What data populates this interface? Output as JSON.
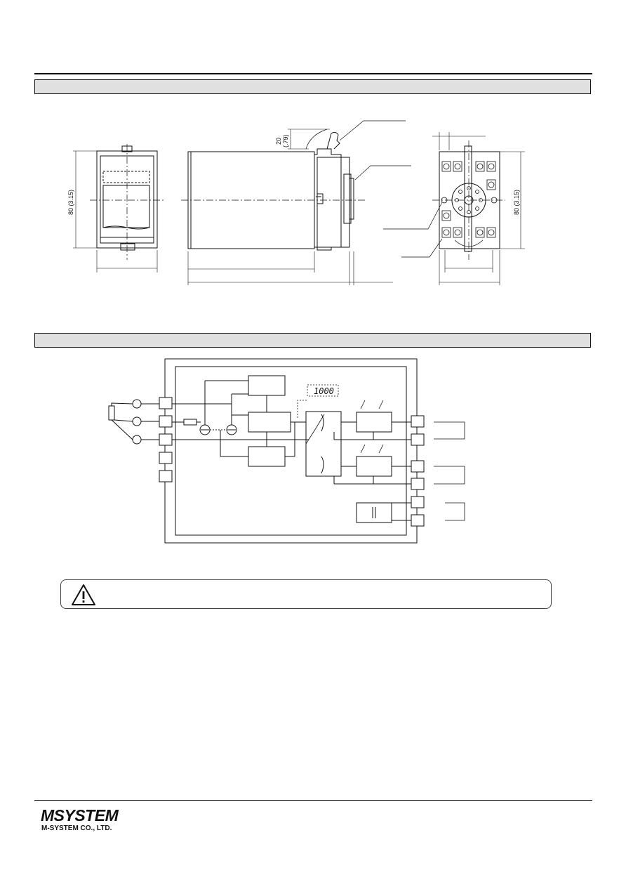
{
  "dimensions": {
    "height_label": "80 (3.15)",
    "height_label_right": "80 (3.15)",
    "rail_mm": "20",
    "rail_in": "(.79)"
  },
  "display": {
    "readout": "1000"
  },
  "footer": {
    "brand": "MSYSTEM",
    "company": "M-SYSTEM CO., LTD."
  },
  "icons": {
    "warning": "warning-triangle-icon"
  }
}
